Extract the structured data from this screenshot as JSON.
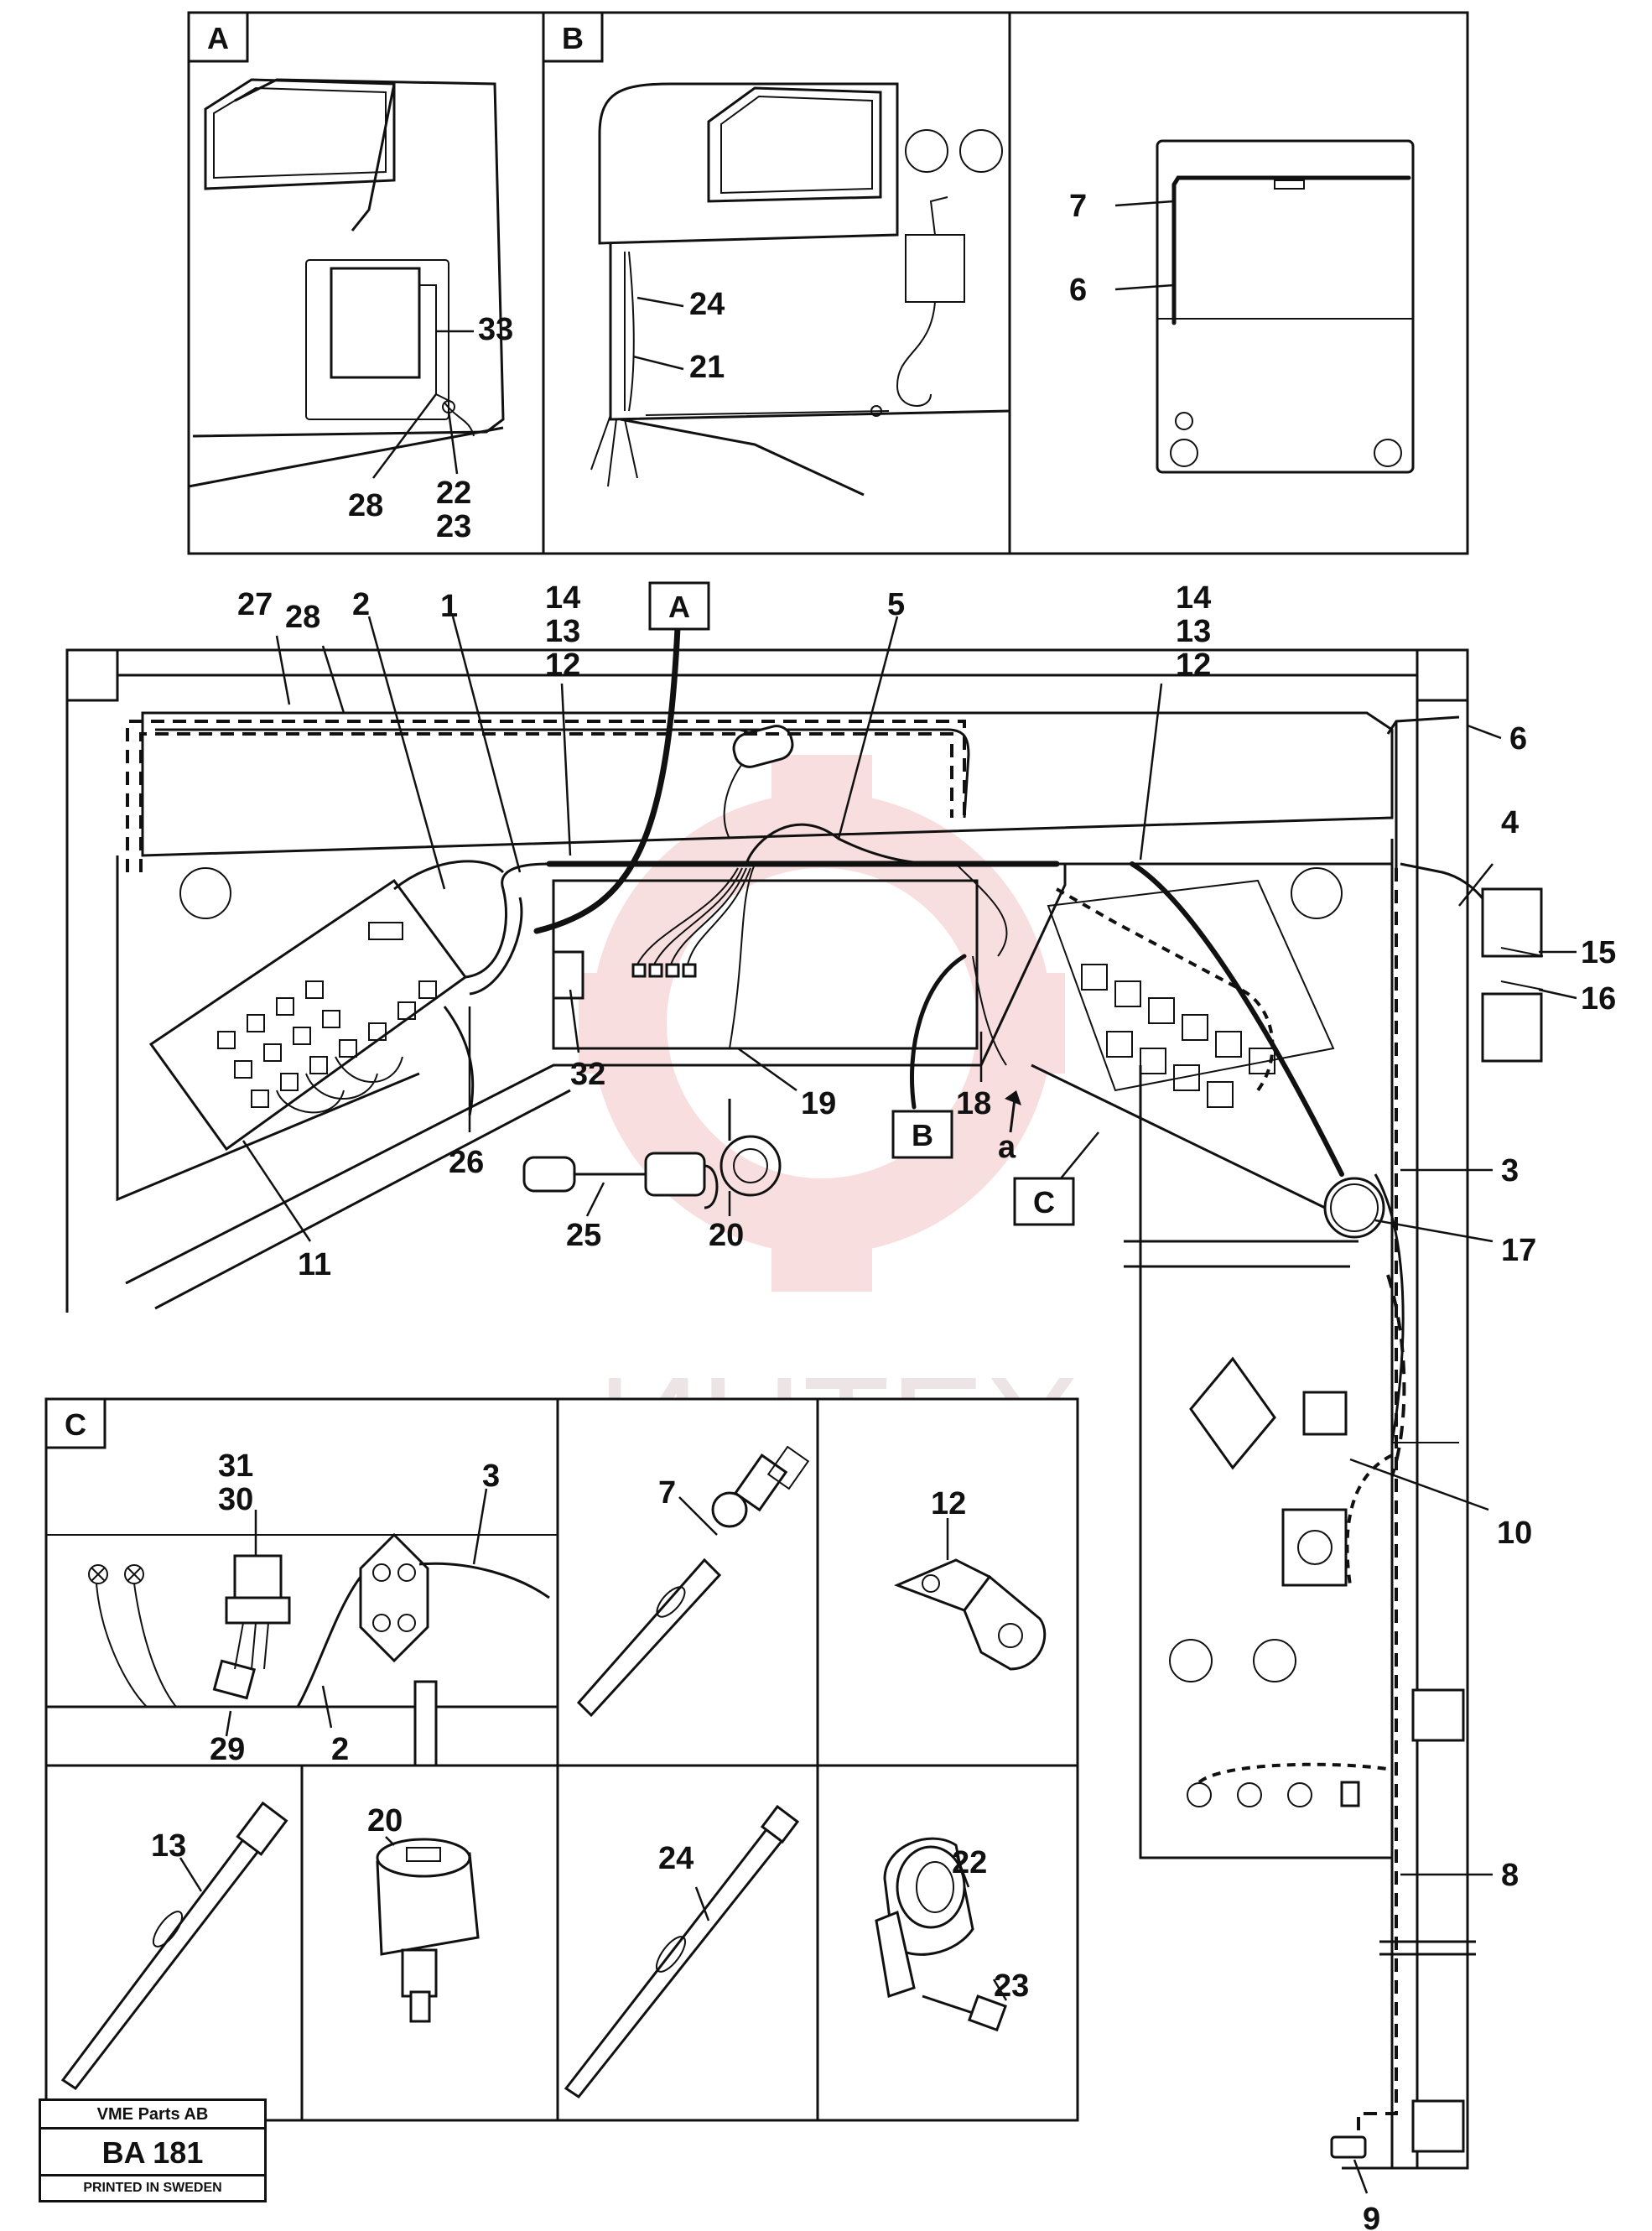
{
  "views": {
    "a": "A",
    "b": "B",
    "c": "C"
  },
  "callouts": {
    "a": "A",
    "b": "B",
    "c": "C",
    "arrow_small": "a"
  },
  "parts": {
    "p1": "1",
    "p2": "2",
    "p3": "3",
    "p4": "4",
    "p5": "5",
    "p6": "6",
    "p7": "7",
    "p8": "8",
    "p9": "9",
    "p10": "10",
    "p11": "11",
    "p12": "12",
    "p13": "13",
    "p14": "14",
    "p15": "15",
    "p16": "16",
    "p17": "17",
    "p18": "18",
    "p19": "19",
    "p20": "20",
    "p21": "21",
    "p22": "22",
    "p23": "23",
    "p24": "24",
    "p25": "25",
    "p26": "26",
    "p27": "27",
    "p28": "28",
    "p29": "29",
    "p30": "30",
    "p31": "31",
    "p32": "32",
    "p33": "33"
  },
  "watermark": {
    "text": "ИНТЕХ",
    "color": "#e8b8b8"
  },
  "title_block": {
    "company": "VME Parts AB",
    "code": "BA 181",
    "printed": "PRINTED IN SWEDEN"
  }
}
